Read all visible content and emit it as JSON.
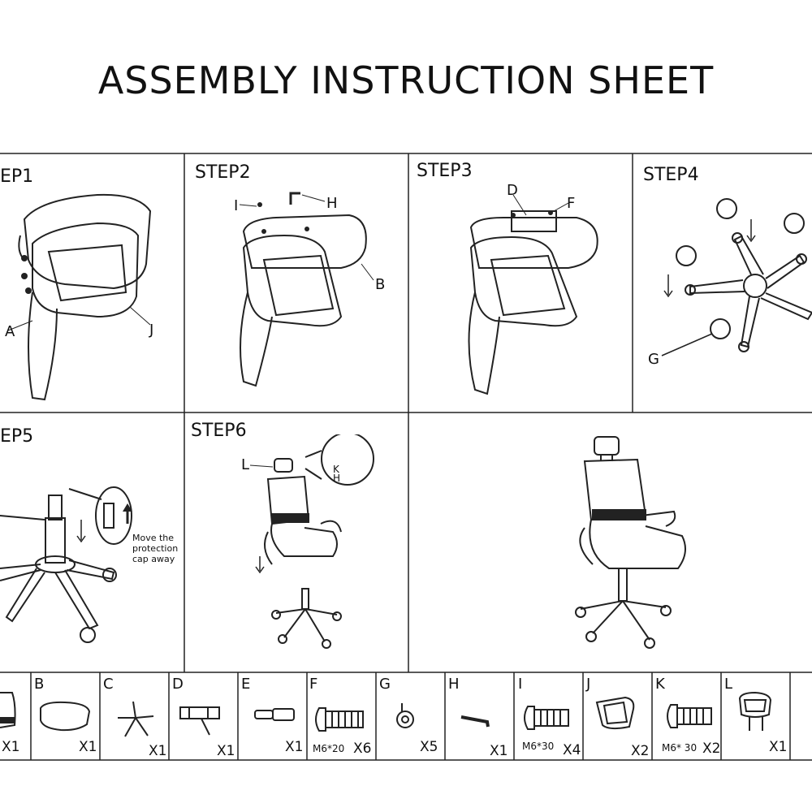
{
  "title": "ASSEMBLY INSTRUCTION SHEET",
  "steps": [
    {
      "label": "EP1",
      "callouts": [
        "A",
        "J"
      ]
    },
    {
      "label": "STEP2",
      "callouts": [
        "I",
        "H",
        "B"
      ]
    },
    {
      "label": "STEP3",
      "callouts": [
        "D",
        "F"
      ]
    },
    {
      "label": "STEP4",
      "callouts": [
        "G"
      ]
    },
    {
      "label": "EP5",
      "note": "Move the protection cap away"
    },
    {
      "label": "STEP6",
      "callouts": [
        "L",
        "K",
        "H"
      ]
    }
  ],
  "parts": [
    {
      "letter": "",
      "qty": "X1",
      "spec": "",
      "icon": "backrest-icon"
    },
    {
      "letter": "B",
      "qty": "X1",
      "spec": "",
      "icon": "seat-cushion-icon"
    },
    {
      "letter": "C",
      "qty": "X1",
      "spec": "",
      "icon": "star-base-icon"
    },
    {
      "letter": "D",
      "qty": "X1",
      "spec": "",
      "icon": "mechanism-icon"
    },
    {
      "letter": "E",
      "qty": "X1",
      "spec": "",
      "icon": "gas-lift-icon"
    },
    {
      "letter": "F",
      "qty": "X6",
      "spec": "M6*20",
      "icon": "bolt-icon"
    },
    {
      "letter": "G",
      "qty": "X5",
      "spec": "",
      "icon": "caster-icon"
    },
    {
      "letter": "H",
      "qty": "X1",
      "spec": "",
      "icon": "allen-key-icon"
    },
    {
      "letter": "I",
      "qty": "X4",
      "spec": "M6*30",
      "icon": "bolt-icon"
    },
    {
      "letter": "J",
      "qty": "X2",
      "spec": "",
      "icon": "armrest-icon"
    },
    {
      "letter": "K",
      "qty": "X2",
      "spec": "M6* 30",
      "icon": "bolt-icon"
    },
    {
      "letter": "L",
      "qty": "X1",
      "spec": "",
      "icon": "headrest-icon"
    }
  ]
}
